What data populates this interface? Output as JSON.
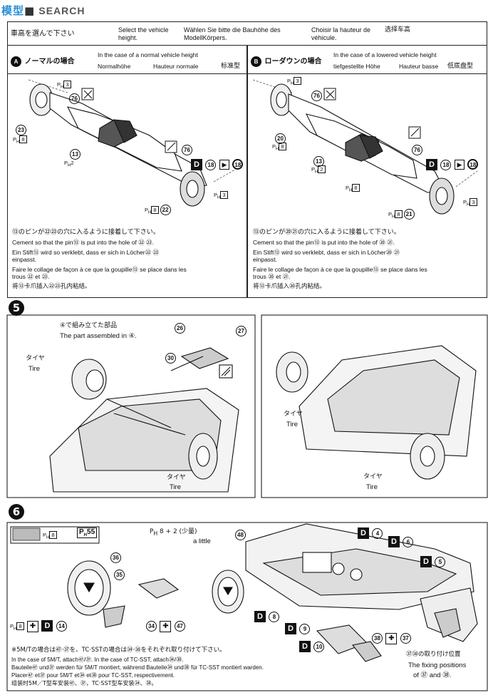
{
  "watermark": {
    "brand_left": "模型",
    "brand_right": "SEARCH"
  },
  "header": {
    "jp": "車高を選んで下さい",
    "en": "Select the vehicle height.",
    "de": "Wählen Sie bitte die Bauhöhe des ModellKörpers.",
    "fr": "Choisir la hauteur de véhicule.",
    "cn": "选择车高"
  },
  "panelA": {
    "badge": "A",
    "title_jp": "ノーマルの場合",
    "title_en": "In the case of a normal vehicle height",
    "title_de": "Normalhöhe",
    "title_fr": "Hauteur normale",
    "title_cn": "标准型",
    "parts": {
      "p3": "3",
      "p76a": "76",
      "p23": "23",
      "p8": "8",
      "p13": "13",
      "p2": "2",
      "p76b": "76",
      "p18a": "18",
      "p18b": "18",
      "p22": "22",
      "p3b": "3",
      "D": "D"
    },
    "note_jp": "⑬のピンが㉒㉓の穴に入るように接着して下さい。",
    "note_en": "Cement so that the pin⑬ is put into the hole of ㉒ ㉓.",
    "note_de1": "Ein Stift⑬ wird so verklebt, dass er sich in Löcher㉒ ㉓",
    "note_de2": "einpasst.",
    "note_fr1": "Faire le collage de façon à ce que la goupille⑬ se place dans les",
    "note_fr2": "trous ㉒ et ㉓.",
    "note_cn": "将⑬卡爪插入㉒㉓孔内粘结。"
  },
  "panelB": {
    "badge": "B",
    "title_jp": "ローダウンの場合",
    "title_en": "In the case of a lowered vehicle height",
    "title_de": "tiefgestellte Höhe",
    "title_fr": "Hauteur basse",
    "title_cn": "低底盘型",
    "parts": {
      "p3": "3",
      "p76a": "76",
      "p20": "20",
      "p8": "8",
      "p13": "13",
      "p2": "2",
      "p8b": "8",
      "p76b": "76",
      "p18a": "18",
      "p18b": "18",
      "p21": "21",
      "p8c": "8",
      "p3b": "3",
      "D": "D"
    },
    "note_jp": "⑬のピンが⑳㉑の穴に入るように接着して下さい。",
    "note_en": "Cement so that the pin⑬ is put into the hole of ⑳ ㉑.",
    "note_de1": "Ein Stift⑬ wird so verklebt, dass er sich in Löcher⑳ ㉑",
    "note_de2": "einpasst.",
    "note_fr1": "Faire le collage de façon à ce que la goupille⑬ se place dans les",
    "note_fr2": "trous ⑳ et ㉑.",
    "note_cn": "将⑬卡爪插入⑳孔内粘结。"
  },
  "step5": {
    "number": "5",
    "assembled_jp": "④で組み立てた部品",
    "assembled_en": "The part assembled in ④.",
    "tire_jp": "タイヤ",
    "tire_en": "Tire",
    "parts": {
      "p26": "26",
      "p27": "27",
      "p30": "30"
    },
    "right_tire_top_jp": "タイヤ",
    "right_tire_top_en": "Tire",
    "right_tire_bottom_jp": "タイヤ",
    "right_tire_bottom_en": "Tire"
  },
  "step6": {
    "number": "6",
    "swatch_label": "8",
    "ph55": "55",
    "ph_combo": "8 + 2 (少量)",
    "a_little": "a little",
    "parts": {
      "p48": "48",
      "p36": "36",
      "p35": "35",
      "p34": "34",
      "p47": "47",
      "p14": "14",
      "p8": "8",
      "pD4": "4",
      "pD6": "6",
      "pD5": "5",
      "pD8": "8",
      "pD9": "9",
      "pD10": "10",
      "p38": "38",
      "p37": "37"
    },
    "note_jp": "※5M/Tの場合は㊼·㊲を、TC·SSTの場合は㉞·㊳をそれぞれ取り付けて下さい。",
    "note_en": "In the case of 5M/T, attach㊼/㊲. In the case of TC-SST, attach㉞/㊳.",
    "note_de": "Bauteile㊼ und㊲ werden für 5M/T montiert, während Bauteile㉞ und㊳ für TC-SST montiert warden.",
    "note_fr": "Placer㊼ et㊲ pour 5M/T et㉞ et㊳ pour TC-SST, respectivement.",
    "note_cn": "组装时5M／T型车安装㊼、㊲，TC·SST型车安装㉞、㊳。",
    "fix_jp": "㊲㊳の取り付け位置",
    "fix_en1": "The fixing positions",
    "fix_en2": "of ㊲ and ㊳."
  }
}
